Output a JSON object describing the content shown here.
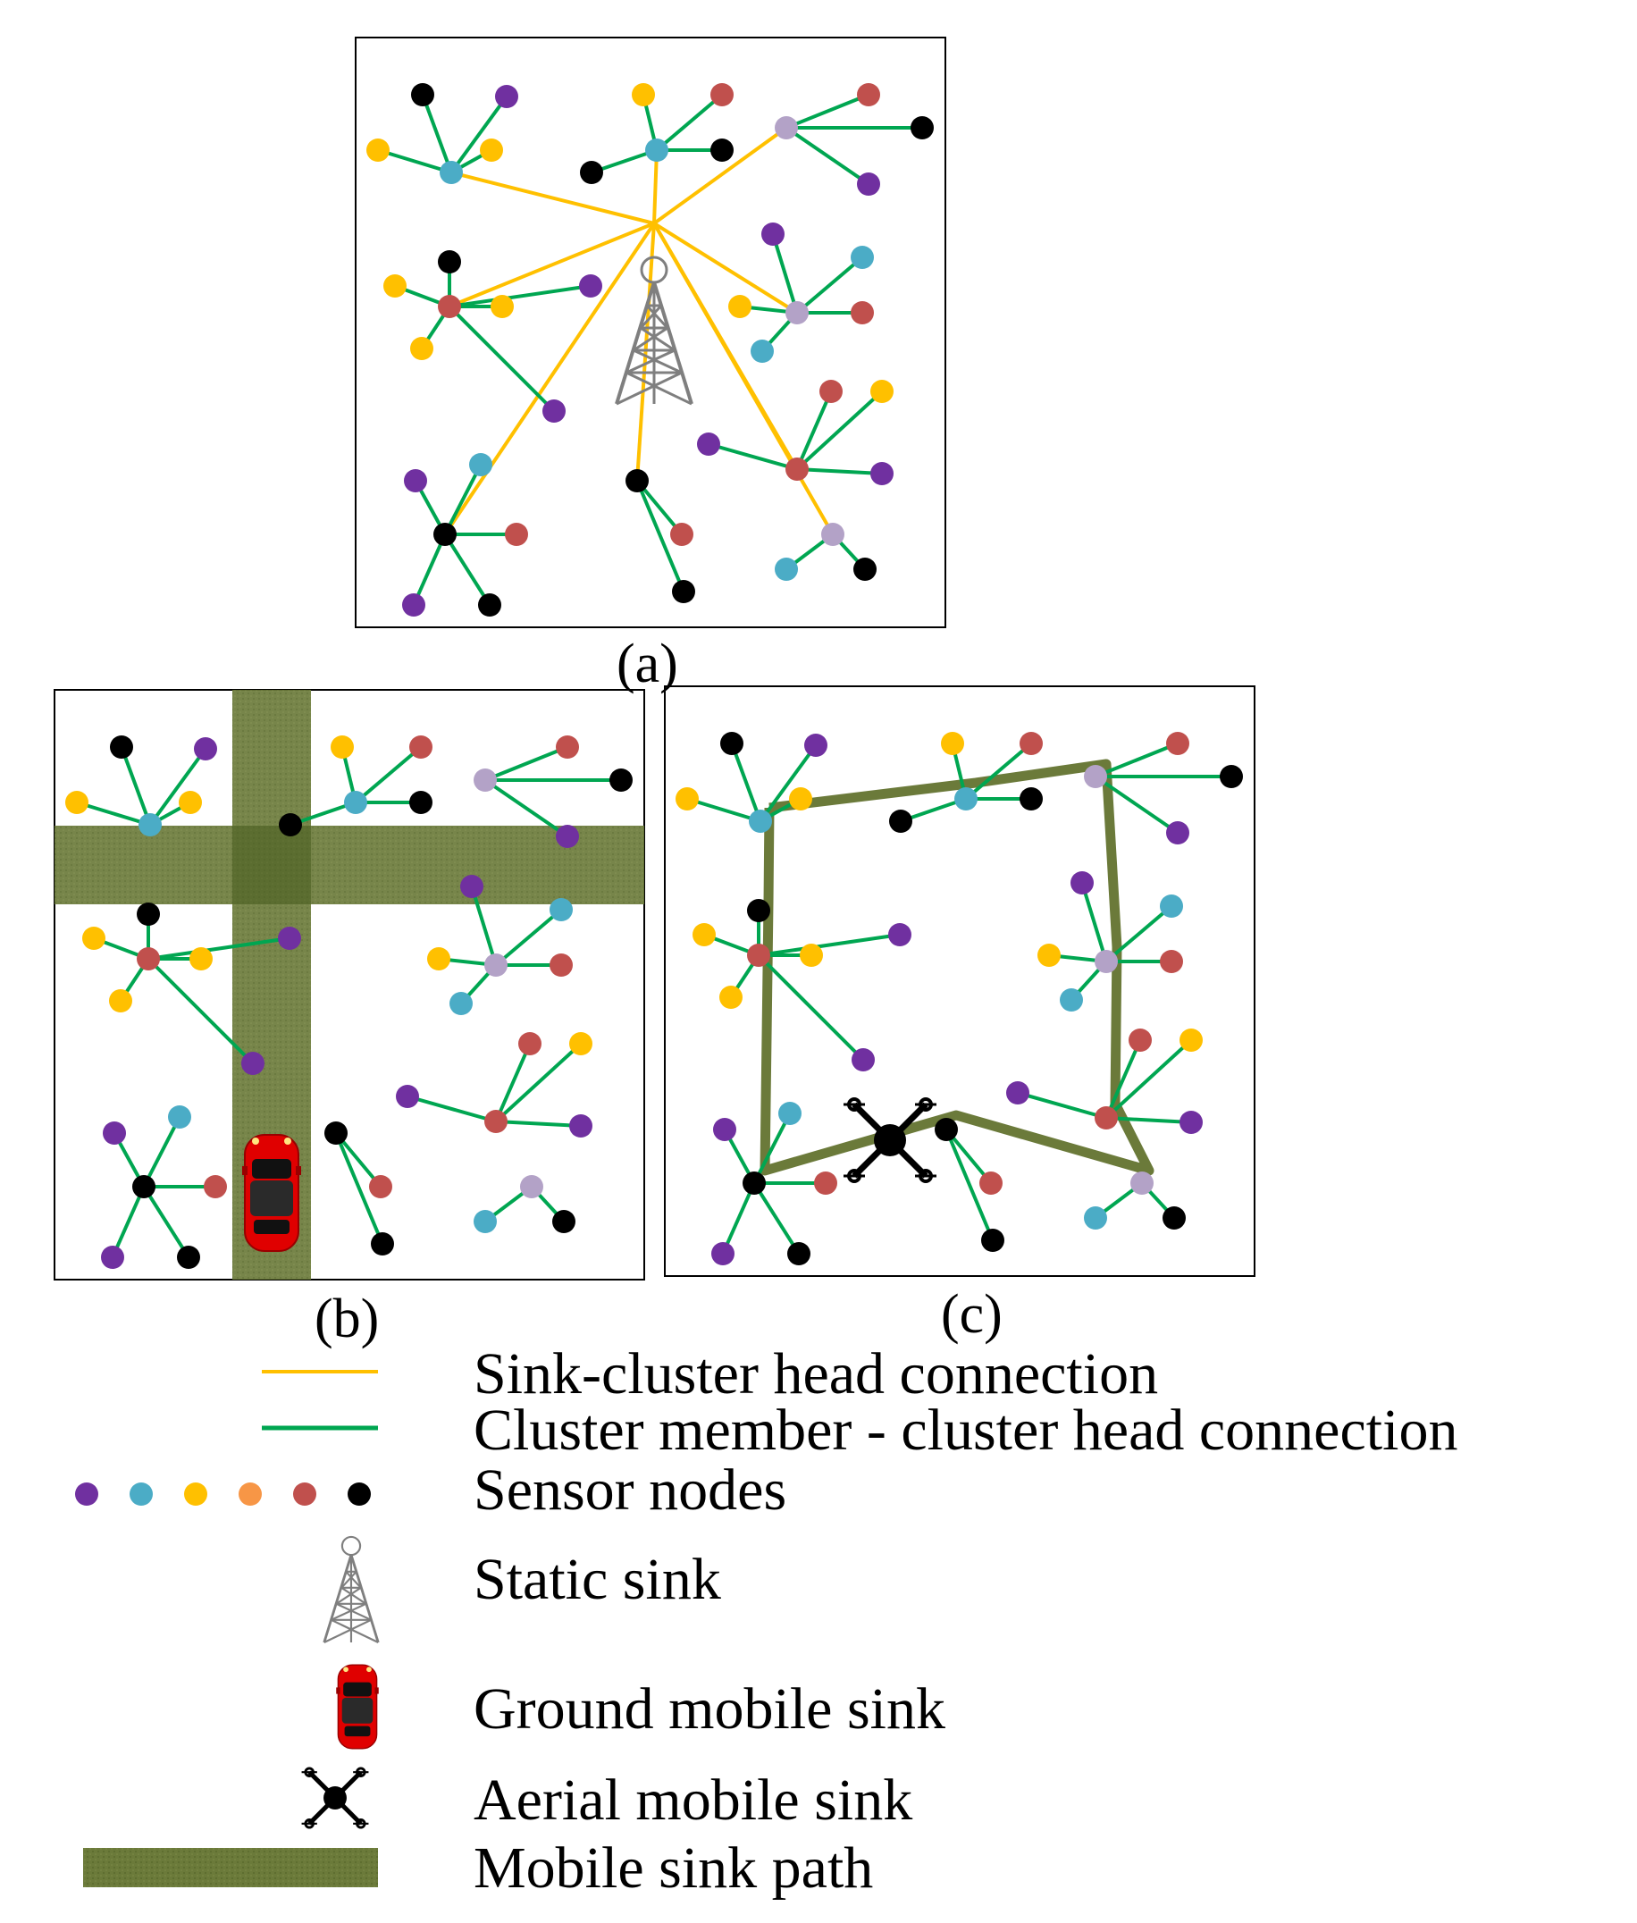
{
  "colors": {
    "purple": "#7030a0",
    "cyan": "#4bacc6",
    "yellow": "#ffc000",
    "orange": "#f79646",
    "red": "#c0504d",
    "black": "#000000",
    "lavender": "#b3a2c7",
    "green_link": "#00a651",
    "yellow_link": "#ffc000",
    "tower": "#7f7f7f",
    "path": "#4f6228",
    "car": "#e00000"
  },
  "panels": [
    {
      "id": "a",
      "caption": "(a)"
    },
    {
      "id": "b",
      "caption": "(b)"
    },
    {
      "id": "c",
      "caption": "(c)"
    }
  ],
  "legend": {
    "sink_cluster_head": "Sink-cluster head connection",
    "member_head": "Cluster member - cluster head connection",
    "sensor_nodes": "Sensor nodes",
    "static_sink": "Static sink",
    "ground_mobile_sink": "Ground mobile sink",
    "aerial_mobile_sink": "Aerial mobile sink",
    "mobile_sink_path": "Mobile sink path",
    "sensor_colors": [
      "purple",
      "cyan",
      "yellow",
      "orange",
      "red",
      "black"
    ]
  }
}
